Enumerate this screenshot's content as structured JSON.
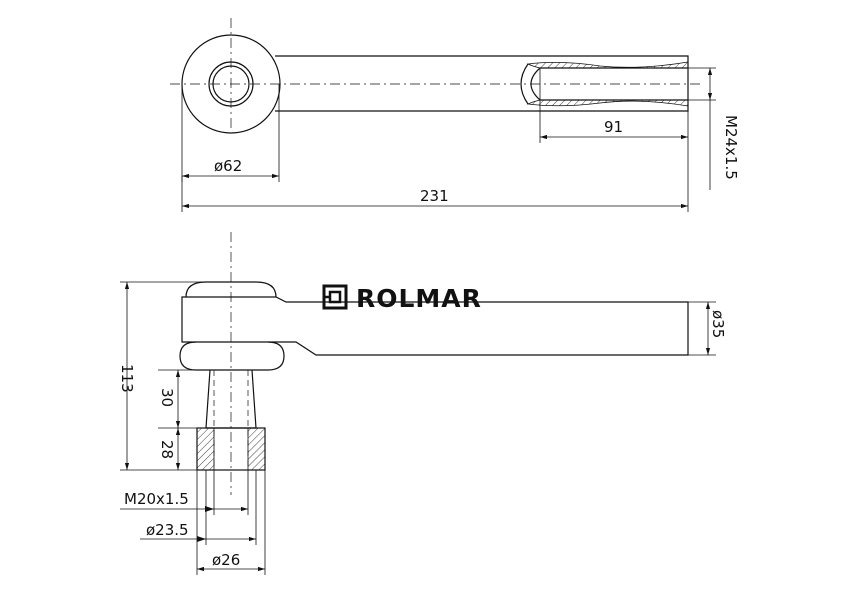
{
  "brand": {
    "name": "ROLMAR",
    "logo_icon": "rolmar-logo-mark"
  },
  "top_view": {
    "dims": {
      "eye_diameter": "ø62",
      "thread_depth": "91",
      "overall_length": "231",
      "outer_thread": "M24x1.5"
    }
  },
  "side_view": {
    "dims": {
      "height": "113",
      "pin_length": "30",
      "thread_length": "28",
      "body_diameter": "ø35",
      "pin_thread": "M20x1.5",
      "pin_diameter": "ø23.5",
      "nut_diameter": "ø26"
    }
  }
}
